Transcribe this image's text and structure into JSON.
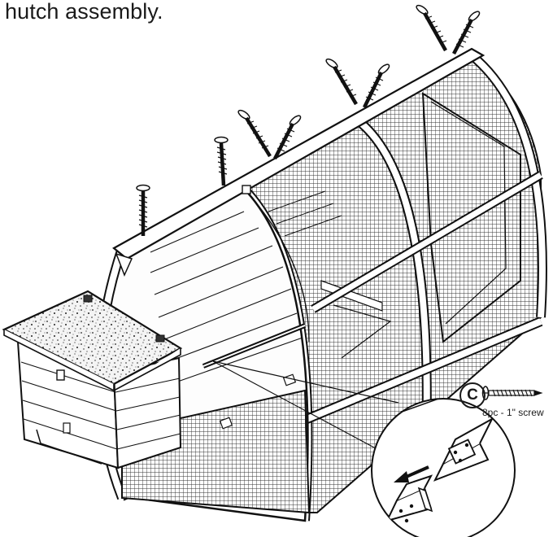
{
  "caption": "hutch assembly.",
  "part": {
    "label": "C",
    "description": "8pc - 1\" screw"
  }
}
